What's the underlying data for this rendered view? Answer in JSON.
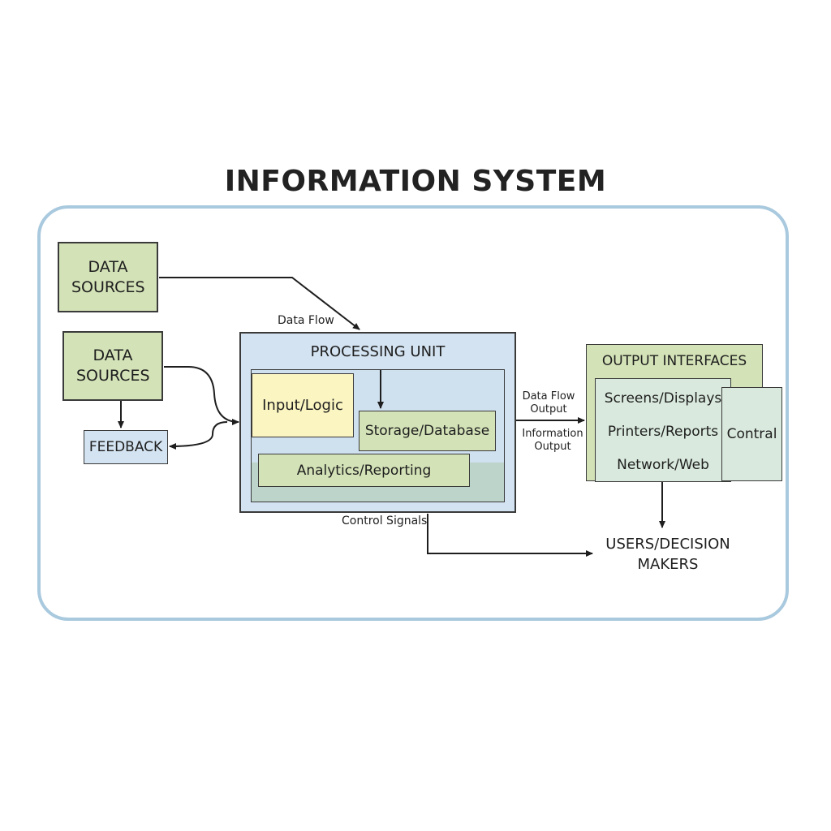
{
  "title": "INFORMATION SYSTEM",
  "nodes": {
    "data_sources_1": "DATA SOURCES",
    "data_sources_2": "DATA SOURCES",
    "feedback": "FEEDBACK",
    "processing_unit": "PROCESSING UNIT",
    "input_logic": "Input/Logic",
    "storage_database": "Storage/Database",
    "analytics_reporting": "Analytics/Reporting",
    "output_interfaces": "OUTPUT INTERFACES",
    "screens_displays": "Screens/Displays",
    "printers_reports": "Printers/Reports",
    "network_web": "Network/Web",
    "control": "Contral",
    "users_decision_makers": "USERS/DECISION MAKERS"
  },
  "edge_labels": {
    "data_flow": "Data Flow",
    "data_flow_output": "Data Flow Output",
    "information_output": "Information Output",
    "control_signals": "Control Signals"
  },
  "colors": {
    "frame_border": "#a9c9de",
    "green_fill": "#d3e2b7",
    "blue_fill": "#d3e3f1",
    "yellow_fill": "#fbf5c2",
    "teal_fill": "#bcd4c9",
    "line": "#1e1e1e"
  }
}
